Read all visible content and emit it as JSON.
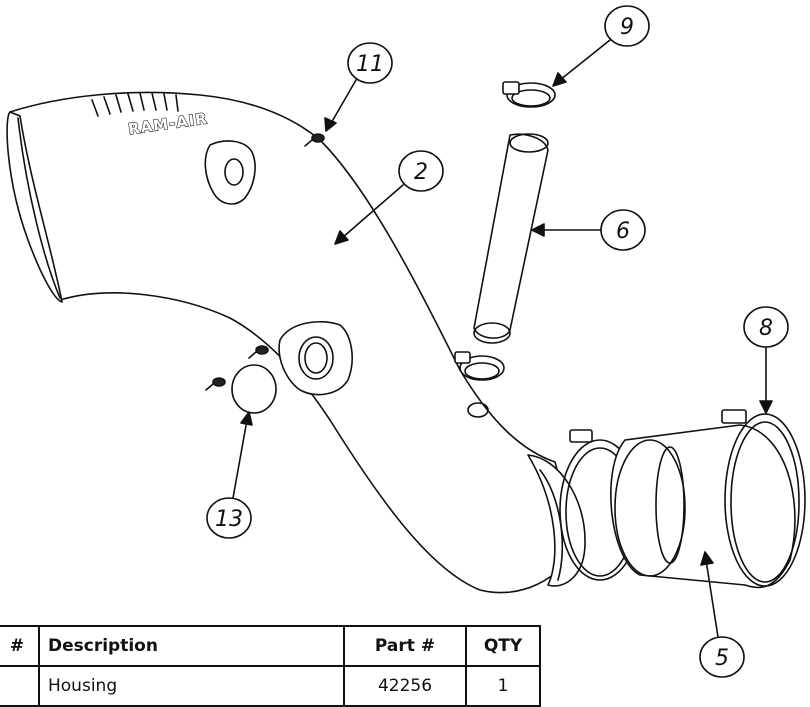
{
  "diagram": {
    "brand_label": "RAM-AIR",
    "callouts": [
      "11",
      "9",
      "2",
      "6",
      "8",
      "13",
      "5"
    ]
  },
  "parts_table": {
    "headers": [
      "#",
      "Description",
      "Part #",
      "QTY"
    ],
    "rows": [
      [
        "",
        "Housing",
        "42256",
        "1"
      ]
    ]
  }
}
